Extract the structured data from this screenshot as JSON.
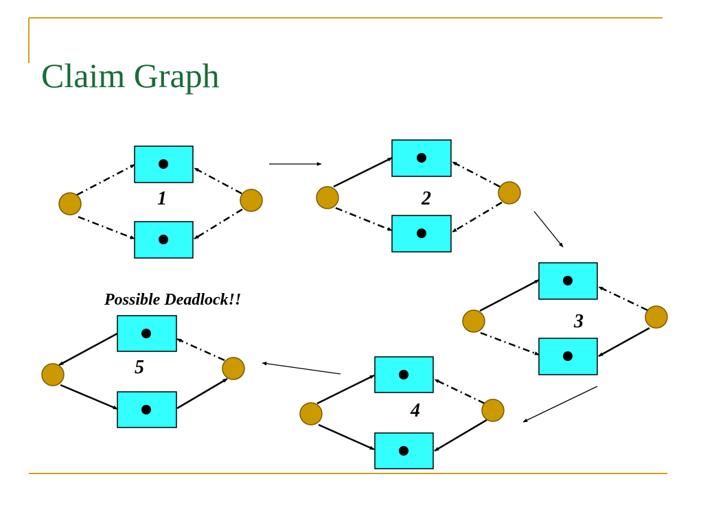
{
  "slide": {
    "title": "Claim Graph",
    "caption": "Possible Deadlock!!"
  },
  "colors": {
    "title": "#1b6b3a",
    "accent_rule": "#d4a017",
    "resource_fill": "#33ffff",
    "process_fill": "#cc9900",
    "edge": "#000000"
  },
  "legend_semantics": {
    "dash_dot_edge": "claim edge",
    "solid_edge": "request or assignment edge",
    "circle": "process",
    "rectangle_with_dot": "resource instance"
  },
  "graphs": [
    {
      "label": "1",
      "edges": [
        "claim",
        "claim",
        "claim",
        "claim"
      ]
    },
    {
      "label": "2",
      "edges": [
        "solid",
        "claim",
        "claim",
        "claim"
      ]
    },
    {
      "label": "3",
      "edges": [
        "solid",
        "claim",
        "claim",
        "solid"
      ]
    },
    {
      "label": "4",
      "edges": [
        "solid",
        "solid",
        "claim",
        "solid"
      ]
    },
    {
      "label": "5",
      "edges": [
        "solid",
        "solid",
        "claim",
        "solid"
      ]
    }
  ]
}
